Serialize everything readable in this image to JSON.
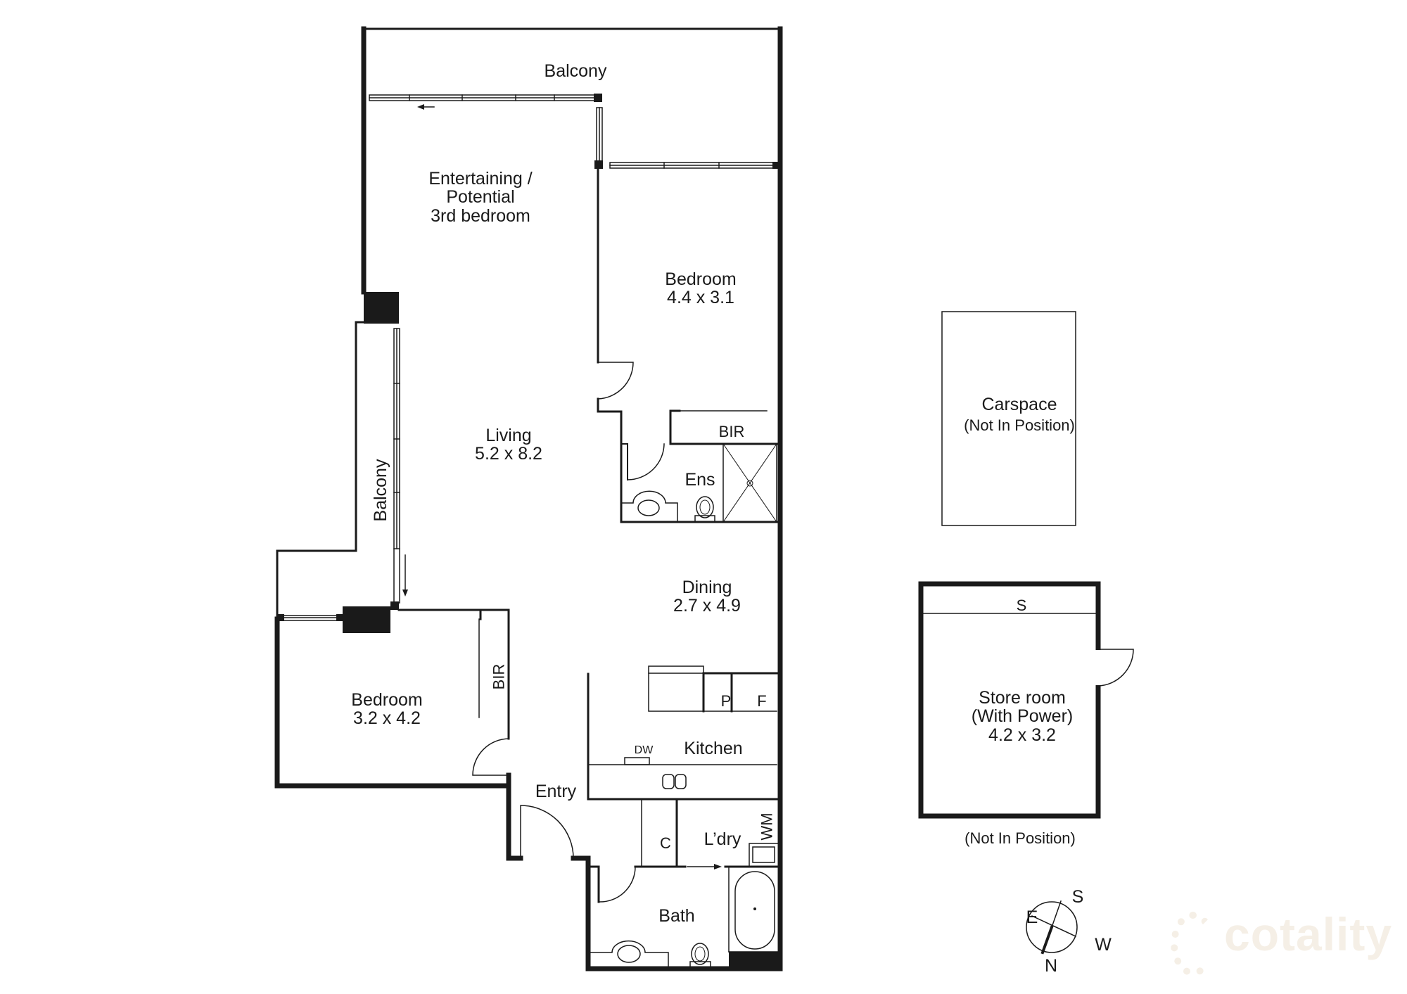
{
  "plan": {
    "rooms": {
      "balcony_top": {
        "label": "Balcony"
      },
      "entertaining": {
        "line1": "Entertaining /",
        "line2": "Potential",
        "line3": "3rd bedroom"
      },
      "bedroom1": {
        "label": "Bedroom",
        "dims": "4.4 x 3.1"
      },
      "bir1": {
        "label": "BIR"
      },
      "ens": {
        "label": "Ens"
      },
      "living": {
        "label": "Living",
        "dims": "5.2 x 8.2"
      },
      "balcony_side": {
        "label": "Balcony"
      },
      "dining": {
        "label": "Dining",
        "dims": "2.7 x 4.9"
      },
      "pantry": {
        "label": "P"
      },
      "fridge": {
        "label": "F"
      },
      "kitchen": {
        "label": "Kitchen"
      },
      "dishwasher": {
        "label": "DW"
      },
      "bedroom2": {
        "label": "Bedroom",
        "dims": "3.2 x 4.2"
      },
      "bir2": {
        "label": "BIR"
      },
      "entry": {
        "label": "Entry"
      },
      "cupboard": {
        "label": "C"
      },
      "laundry": {
        "label": "L’dry"
      },
      "washing_machine": {
        "label": "WM"
      },
      "bath": {
        "label": "Bath"
      }
    },
    "carspace": {
      "label": "Carspace",
      "note": "(Not In Position)"
    },
    "store_room": {
      "storage": "S",
      "line1": "Store room",
      "line2": "(With Power)",
      "dims": "4.2 x 3.2",
      "note": "(Not In Position)"
    },
    "compass": {
      "n": "N",
      "s": "S",
      "e": "E",
      "w": "W"
    },
    "watermark": "cotality",
    "colors": {
      "wall": "#1a1a1a",
      "line": "#222222",
      "watermark": "#f5efe6"
    }
  }
}
